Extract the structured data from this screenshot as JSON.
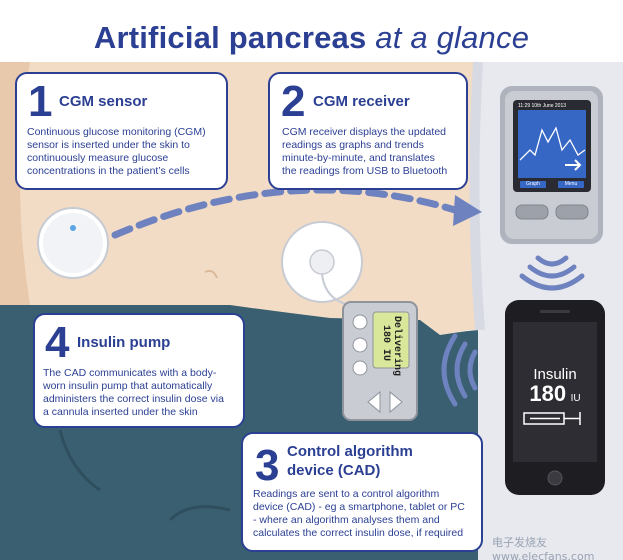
{
  "title": {
    "main": "Artificial pancreas ",
    "italic": "at a glance"
  },
  "cards": {
    "cgm_sensor": {
      "number": "1",
      "heading": "CGM sensor",
      "lines": [
        "Continuous glucose monitoring (CGM)",
        "sensor is inserted under the skin to",
        "continuously measure glucose",
        "concentrations in the patient’s cells"
      ]
    },
    "cgm_receiver": {
      "number": "2",
      "heading": "CGM receiver",
      "lines": [
        "CGM receiver displays the updated",
        "readings as graphs and trends",
        "minute-by-minute, and translates",
        "the readings from USB to Bluetooth"
      ]
    },
    "insulin_pump": {
      "number": "4",
      "heading": "Insulin pump",
      "lines": [
        "The CAD communicates with a body-",
        "worn insulin pump that automatically",
        "administers the correct insulin dose via",
        "a cannula inserted under the skin"
      ]
    },
    "cad": {
      "number": "3",
      "heading_lines": [
        "Control algorithm",
        "device (CAD)"
      ],
      "lines": [
        "Readings are sent to a control algorithm",
        "device (CAD) - eg a smartphone, tablet or PC",
        "- where an algorithm analyses them and",
        "calculates the correct insulin dose, if required"
      ]
    }
  },
  "receiver_screen": {
    "date": "11:29 10th June 2013",
    "left_button": "Graph",
    "right_button": "Menu"
  },
  "pump_screen": {
    "line1": "Delivering",
    "line2": "180 IU"
  },
  "phone_screen": {
    "label": "Insulin",
    "value": "180",
    "unit": "IU"
  },
  "watermark": "电子发烧友 www.elecfans.com",
  "colors": {
    "title_blue": "#2b3f93",
    "skin": "#f3dcc5",
    "shirt": "#3a5f70",
    "dash_blue": "#6f82c0"
  }
}
